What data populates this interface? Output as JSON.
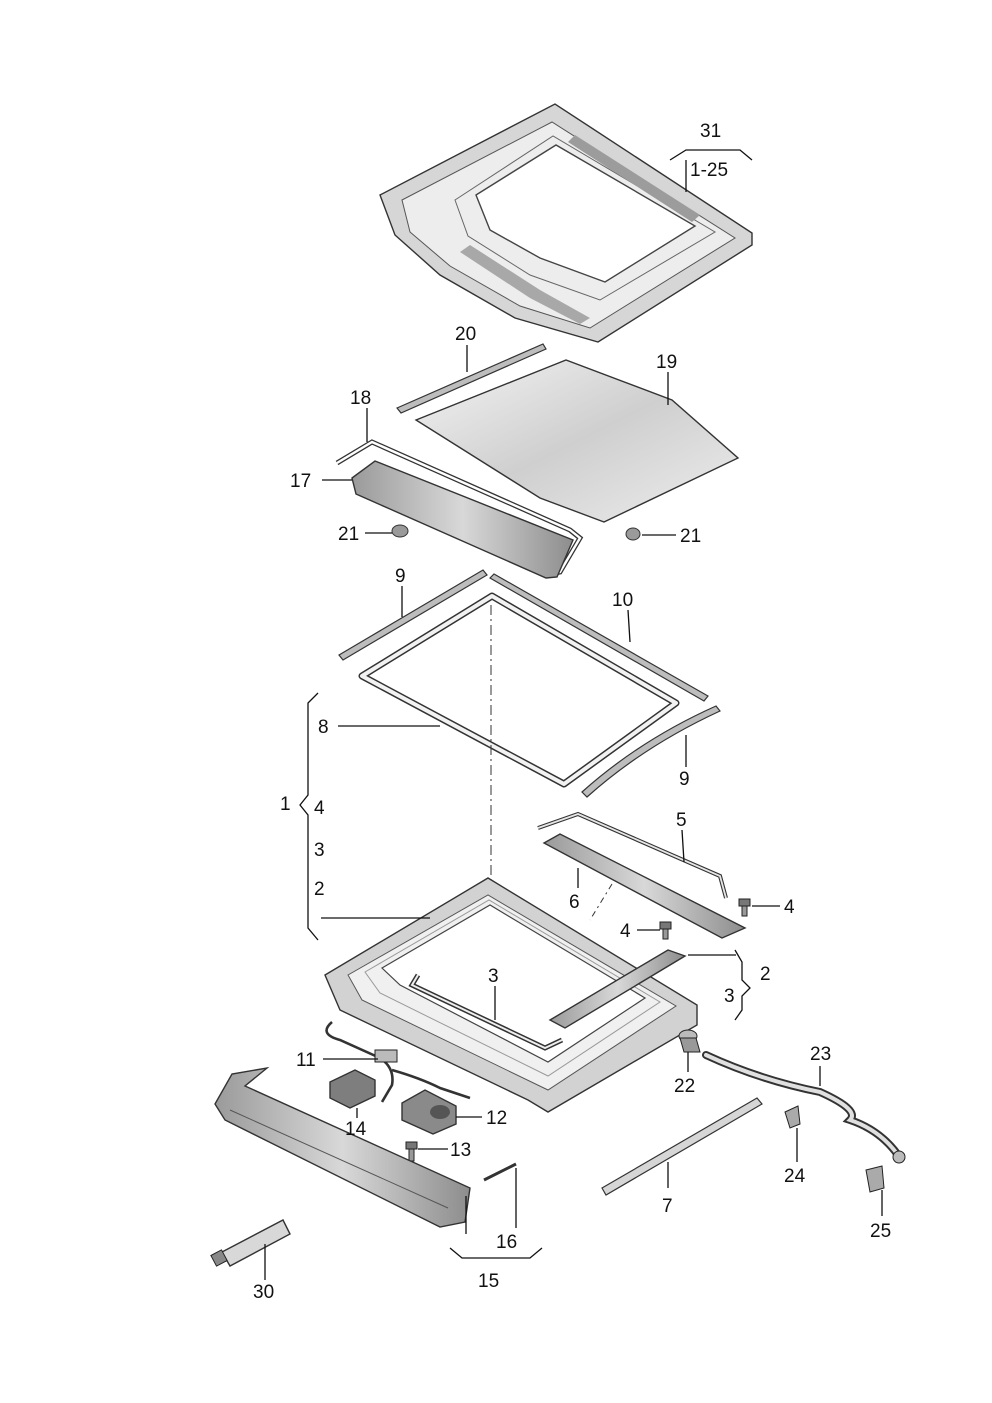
{
  "labels": {
    "l31": "31",
    "l1_25": "1-25",
    "l20": "20",
    "l19": "19",
    "l18": "18",
    "l17": "17",
    "l21a": "21",
    "l21b": "21",
    "l9a": "9",
    "l10": "10",
    "l8": "8",
    "l9b": "9",
    "l1": "1",
    "l4a": "4",
    "l3a": "3",
    "l2a": "2",
    "l5": "5",
    "l6": "6",
    "l4b": "4",
    "l4c": "4",
    "l2b": "2",
    "l3b": "3",
    "l3c": "3",
    "l11": "11",
    "l14": "14",
    "l12": "12",
    "l13": "13",
    "l22": "22",
    "l23": "23",
    "l24": "24",
    "l25": "25",
    "l7": "7",
    "l16": "16",
    "l15": "15",
    "l30": "30"
  },
  "colors": {
    "line": "#111111",
    "part_light": "#e9e9e9",
    "part_mid": "#c8c8c8",
    "part_dark": "#8a8a8a"
  }
}
